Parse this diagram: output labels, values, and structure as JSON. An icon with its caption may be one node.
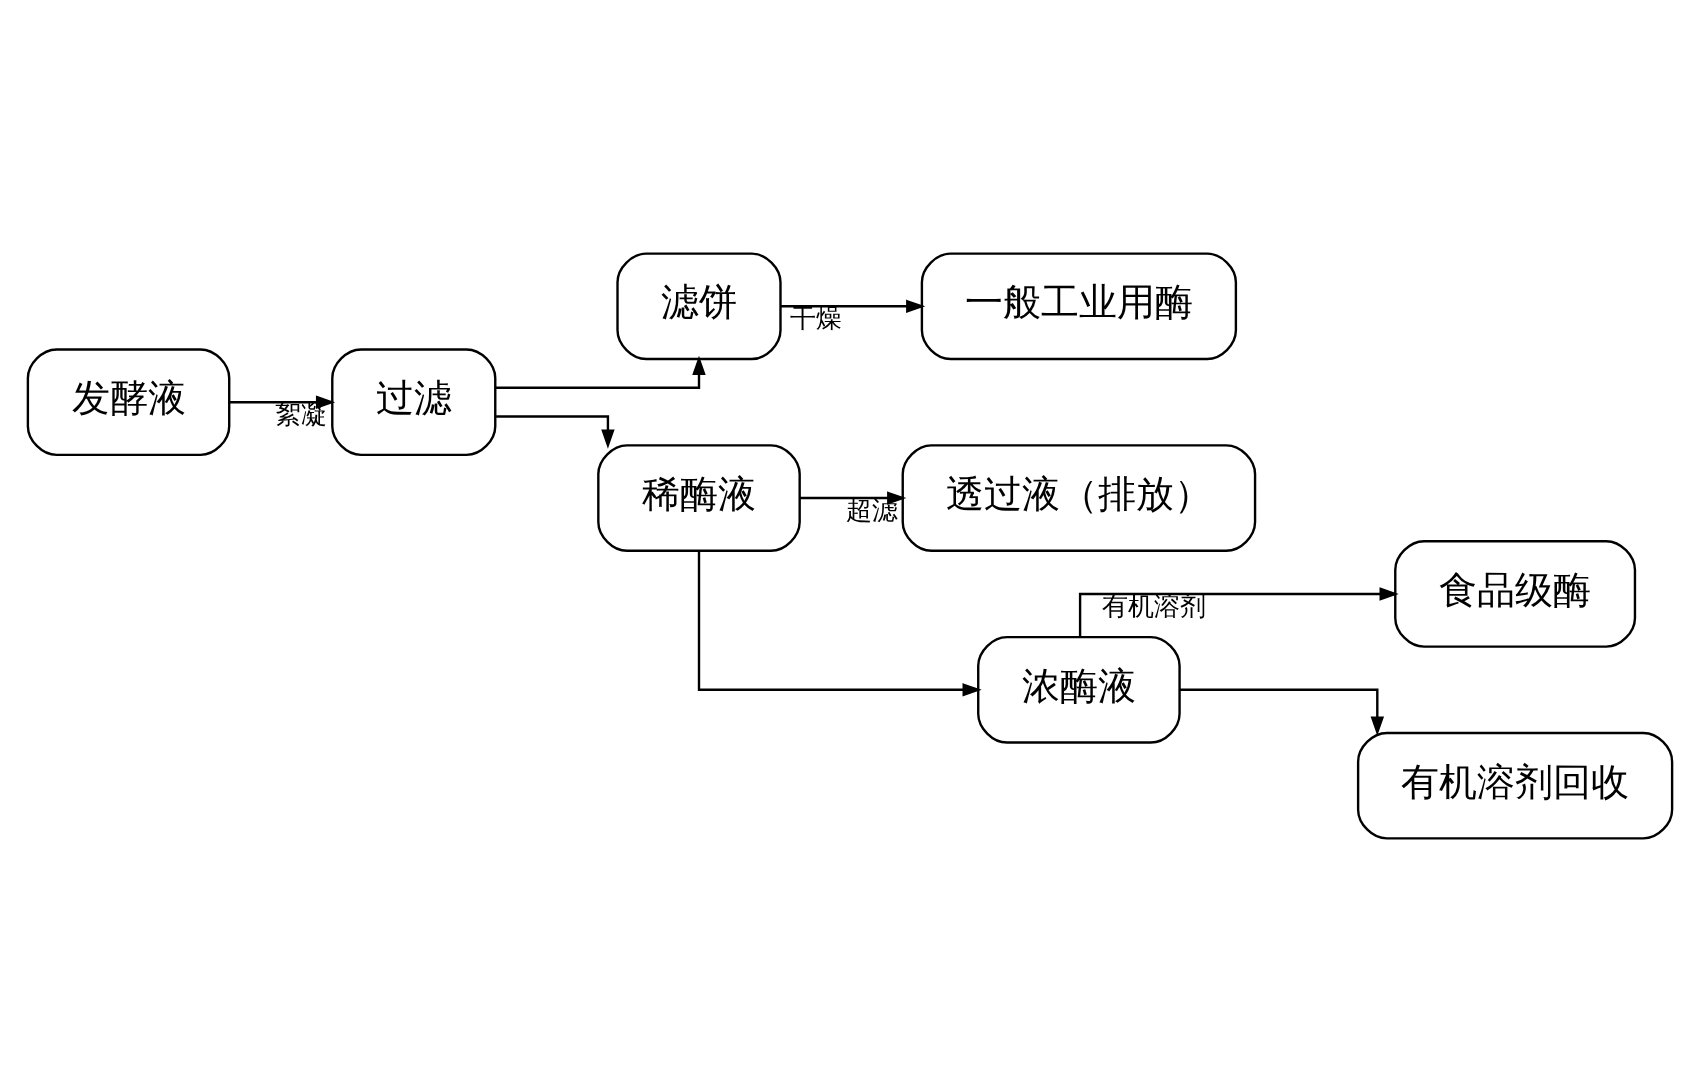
{
  "diagram": {
    "nodes": [
      {
        "text": [
          "发酵液"
        ]
      },
      {
        "text": [
          "过滤"
        ]
      },
      {
        "text": [
          "滤饼"
        ]
      },
      {
        "text": [
          "一般工业用酶"
        ]
      },
      {
        "text": [
          "稀酶液"
        ]
      },
      {
        "text": [
          "透过液（排放）"
        ]
      },
      {
        "text": [
          "浓酶液"
        ]
      },
      {
        "text": [
          "食品级酶"
        ]
      },
      {
        "text": [
          "有机溶剂回收"
        ]
      }
    ],
    "edges": [
      {
        "from": 0,
        "to": 1,
        "arrow": "to",
        "label": "絮凝"
      },
      {
        "from": 1,
        "to": 2,
        "arrow": "to"
      },
      {
        "from": 1,
        "to": 4,
        "arrow": "to"
      },
      {
        "from": 2,
        "to": 3,
        "arrow": "to",
        "label": "干燥"
      },
      {
        "from": 4,
        "to": 5,
        "arrow": "to",
        "label": "超滤"
      },
      {
        "from": 4,
        "to": 6,
        "arrow": "to"
      },
      {
        "from": 6,
        "to": 7,
        "arrow": "to",
        "label": "有机溶剂"
      },
      {
        "from": 6,
        "to": 8,
        "arrow": "to"
      }
    ]
  }
}
